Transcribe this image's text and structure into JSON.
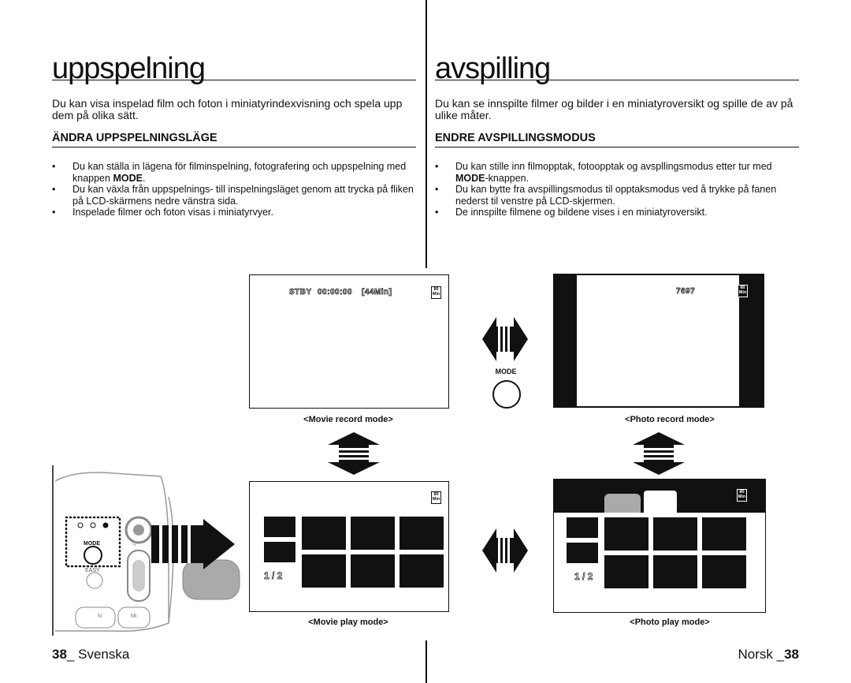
{
  "left": {
    "title": "uppspelning",
    "intro": "Du kan visa inspelad film och foton i miniatyrindexvisning och spela upp dem på olika sätt.",
    "section": "ÄNDRA UPPSPELNINGSLÄGE",
    "bullets": [
      {
        "text": "Du kan ställa in lägena för filminspelning, fotografering och uppspelning med knappen ",
        "bold": "MODE",
        "after": "."
      },
      {
        "text": "Du kan växla från uppspelnings- till inspelningsläget genom att trycka på fliken på LCD-skärmens nedre vänstra sida.",
        "bold": "",
        "after": ""
      },
      {
        "text": "Inspelade filmer och foton visas i miniatyrvyer.",
        "bold": "",
        "after": ""
      }
    ],
    "footer": {
      "page": "38",
      "sep": "_ ",
      "lang": "Svenska"
    }
  },
  "right": {
    "title": "avspilling",
    "intro": "Du kan se innspilte filmer og bilder i en miniatyroversikt og spille de av på ulike måter.",
    "section": "ENDRE AVSPILLINGSMODUS",
    "bullets": [
      {
        "text": "Du kan stille inn filmopptak, fotoopptak og avspllingsmodus etter tur med ",
        "bold": "MODE",
        "after": "-knappen."
      },
      {
        "text": "Du kan bytte fra avspillingsmodus til opptaksmodus ved å trykke på fanen nederst til venstre på LCD-skjermen.",
        "bold": "",
        "after": ""
      },
      {
        "text": "De innspilte filmene og bildene vises i en miniatyroversikt.",
        "bold": "",
        "after": ""
      }
    ],
    "footer": {
      "lang": "Norsk",
      "sep": " _",
      "page": "38"
    }
  },
  "diagram": {
    "movie_record": {
      "caption": "<Movie record mode>",
      "status": "STBY",
      "time": "00:00:00",
      "remaining": "[44Min]",
      "badge_top": "80",
      "badge_bottom": "Min"
    },
    "photo_record": {
      "caption": "<Photo record mode>",
      "count": "7697",
      "badge_top": "80",
      "badge_bottom": "Min"
    },
    "movie_play": {
      "caption": "<Movie play mode>",
      "page": "1 / 2",
      "badge_top": "80",
      "badge_bottom": "Min"
    },
    "photo_play": {
      "caption": "<Photo play mode>",
      "page": "1 / 2",
      "badge_top": "80",
      "badge_bottom": "Min"
    },
    "mode_button_label": "MODE",
    "camera_labels": {
      "mode": "MODE",
      "easy": "EASY",
      "n": "N",
      "mi": "Mi",
      "q": "Q"
    }
  },
  "colors": {
    "ink": "#111111",
    "tab_gray": "#aaaaaa",
    "camera_gray": "#bbbbbb"
  }
}
